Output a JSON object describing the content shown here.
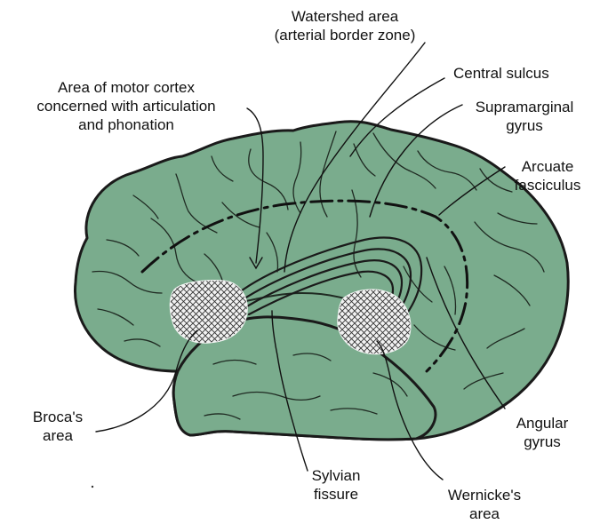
{
  "labels": {
    "watershed": [
      "Watershed area",
      "(arterial border zone)"
    ],
    "motor_cortex": [
      "Area of motor cortex",
      "concerned with articulation",
      "and phonation"
    ],
    "central_sulcus": [
      "Central sulcus"
    ],
    "supramarginal": [
      "Supramarginal",
      "gyrus"
    ],
    "arcuate": [
      "Arcuate",
      "fasciculus"
    ],
    "broca": [
      "Broca's",
      "area"
    ],
    "sylvian": [
      "Sylvian",
      "fissure"
    ],
    "wernicke": [
      "Wernicke's",
      "area"
    ],
    "angular": [
      "Angular",
      "gyrus"
    ]
  },
  "colors": {
    "brain_fill": "#7aac8d",
    "outline": "#1a1a1a",
    "speech_area_fill": "#f2f2f2"
  }
}
